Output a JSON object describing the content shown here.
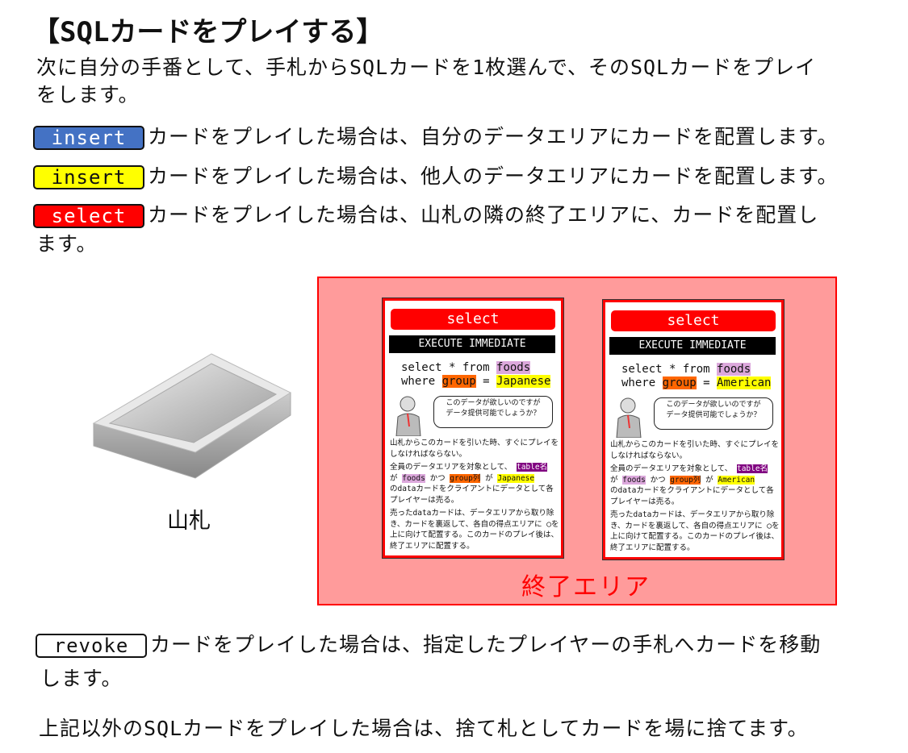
{
  "title": "【SQLカードをプレイする】",
  "intro_line1": "次に自分の手番として、手札からSQLカードを1枚選んで、そのSQLカードをプレイ",
  "intro_line2": "をします。",
  "rules": [
    {
      "badge": "insert",
      "badge_color": "#4472c4",
      "text": "カードをプレイした場合は、自分のデータエリアにカードを配置します。"
    },
    {
      "badge": "insert",
      "badge_color": "#ffff00",
      "text": "カードをプレイした場合は、他人のデータエリアにカードを配置します。"
    },
    {
      "badge": "select",
      "badge_color": "#ff0000",
      "text": "カードをプレイした場合は、山札の隣の終了エリアに、カードを配置し",
      "text2": "ます。"
    }
  ],
  "deck_label": "山札",
  "end_area_label": "終了エリア",
  "cards": [
    {
      "header": "select",
      "subheader": "EXECUTE IMMEDIATE",
      "code1a": "select * from ",
      "code1b": "foods",
      "code2a": "where ",
      "code2b": "group",
      "code2c": " = ",
      "code2d": "Japanese",
      "bubble1": "このデータが欲しいのですが",
      "bubble2": "データ提供可能でしょうか？",
      "p1": "山札からこのカードを引いた時、すぐにプレイをしなければならない。",
      "p2a": "全員のデータエリアを対象として、 ",
      "p2b": "table名",
      "p2c": "が ",
      "p2d": "foods",
      "p2e": " かつ ",
      "p2f": "group列",
      "p2g": " が ",
      "p2h": "Japanese",
      "p2i": "のdataカードをクライアントにデータとして各プレイヤーは売る。",
      "p3": "売ったdataカードは、データエリアから取り除き、カードを裏返して、各自の得点エリアに ◯を上に向けて配置する。このカードのプレイ後は、終了エリアに配置する。"
    },
    {
      "header": "select",
      "subheader": "EXECUTE IMMEDIATE",
      "code1a": "select * from ",
      "code1b": "foods",
      "code2a": "where ",
      "code2b": "group",
      "code2c": " = ",
      "code2d": "American",
      "bubble1": "このデータが欲しいのですが",
      "bubble2": "データ提供可能でしょうか？",
      "p1": "山札からこのカードを引いた時、すぐにプレイをしなければならない。",
      "p2a": "全員のデータエリアを対象として、 ",
      "p2b": "table名",
      "p2c": "が ",
      "p2d": "foods",
      "p2e": " かつ ",
      "p2f": "group列",
      "p2g": " が ",
      "p2h": "American",
      "p2i": "のdataカードをクライアントにデータとして各プレイヤーは売る。",
      "p3": "売ったdataカードは、データエリアから取り除き、カードを裏返して、各自の得点エリアに ◯を上に向けて配置する。このカードのプレイ後は、終了エリアに配置する。"
    }
  ],
  "revoke": {
    "badge": "revoke",
    "text": "カードをプレイした場合は、指定したプレイヤーの手札へカードを移動",
    "text2": "します。"
  },
  "footer": "上記以外のSQLカードをプレイした場合は、捨て札としてカードを場に捨てます。"
}
